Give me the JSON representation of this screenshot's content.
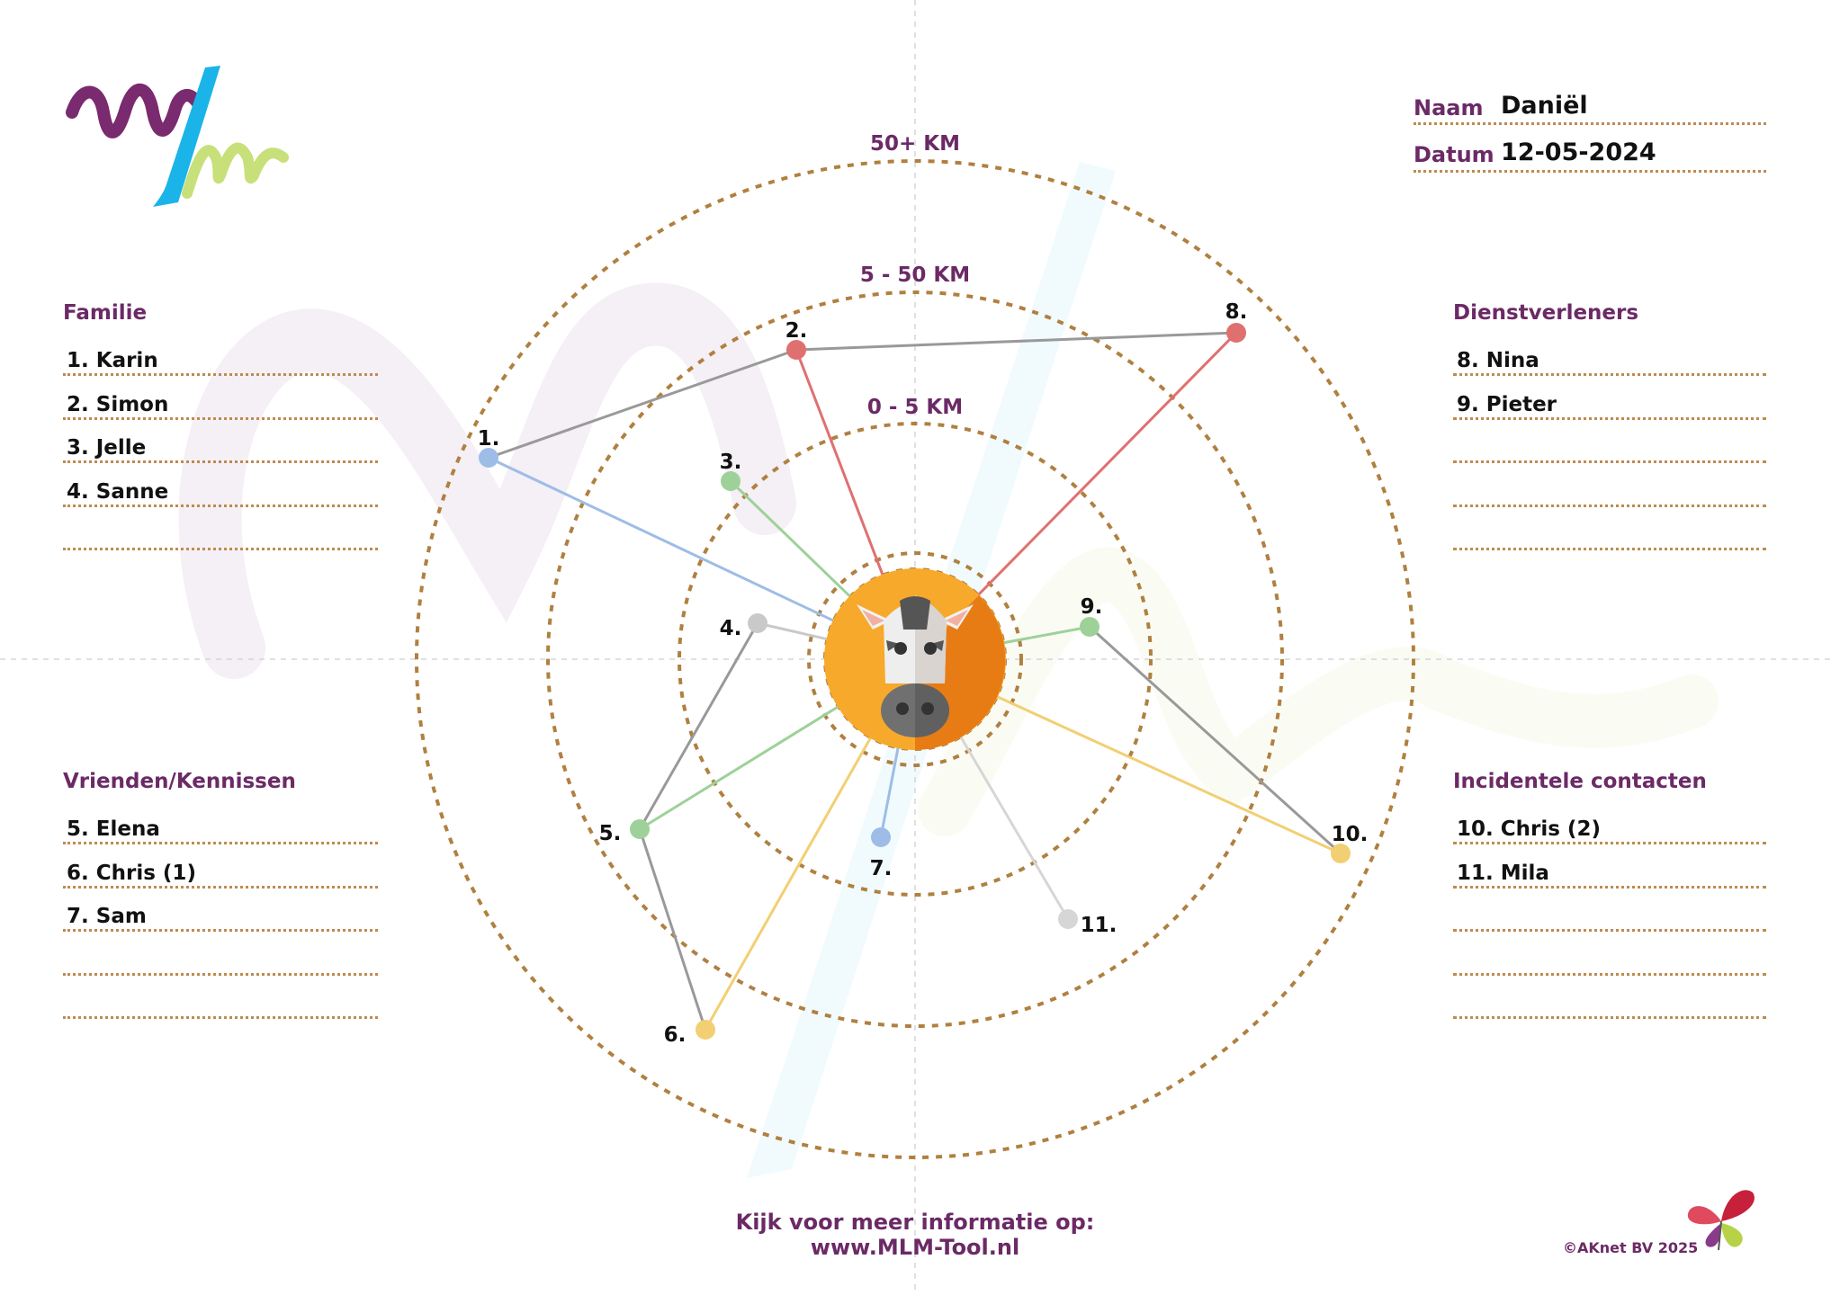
{
  "header": {
    "name_label": "Naam",
    "name_value": "Daniël",
    "date_label": "Datum",
    "date_value": "12-05-2024"
  },
  "rings": [
    {
      "label": "0 - 5 KM"
    },
    {
      "label": "5 - 50 KM"
    },
    {
      "label": "50+ KM"
    }
  ],
  "categories": {
    "familie": {
      "title": "Familie",
      "entries": [
        "1. Karin",
        "2. Simon",
        "3. Jelle",
        "4. Sanne",
        ""
      ]
    },
    "vrienden": {
      "title": "Vrienden/Kennissen",
      "entries": [
        "5. Elena",
        "6. Chris (1)",
        "7. Sam",
        "",
        ""
      ]
    },
    "dienstverleners": {
      "title": "Dienstverleners",
      "entries": [
        "8. Nina",
        "9. Pieter",
        "",
        "",
        ""
      ]
    },
    "incidenteel": {
      "title": "Incidentele contacten",
      "entries": [
        "10. Chris (2)",
        "11. Mila",
        "",
        "",
        ""
      ]
    }
  },
  "contacts": [
    {
      "label": "1.",
      "color": "#9dbde6"
    },
    {
      "label": "2.",
      "color": "#e07070"
    },
    {
      "label": "3.",
      "color": "#9ed19a"
    },
    {
      "label": "4.",
      "color": "#c9c9c9"
    },
    {
      "label": "5.",
      "color": "#9ed19a"
    },
    {
      "label": "6.",
      "color": "#f2cf72"
    },
    {
      "label": "7.",
      "color": "#9dbde6"
    },
    {
      "label": "8.",
      "color": "#e07070"
    },
    {
      "label": "9.",
      "color": "#9ed19a"
    },
    {
      "label": "10.",
      "color": "#f2cf72"
    },
    {
      "label": "11.",
      "color": "#d6d6d6"
    }
  ],
  "links": [
    {
      "from": "1.",
      "to": "2."
    },
    {
      "from": "2.",
      "to": "8."
    },
    {
      "from": "4.",
      "to": "5."
    },
    {
      "from": "5.",
      "to": "6."
    },
    {
      "from": "9.",
      "to": "10."
    }
  ],
  "footer": {
    "line1": "Kijk voor meer informatie op:",
    "line2": "www.MLM-Tool.nl"
  },
  "copyright": "©AKnet BV 2025",
  "colors": {
    "accent": "#6b2a66",
    "ring": "#b08040",
    "dotted_line": "#c08a50",
    "link_gray": "#999999",
    "center_orange": "#f7a92c",
    "center_orange_dark": "#e27010"
  }
}
